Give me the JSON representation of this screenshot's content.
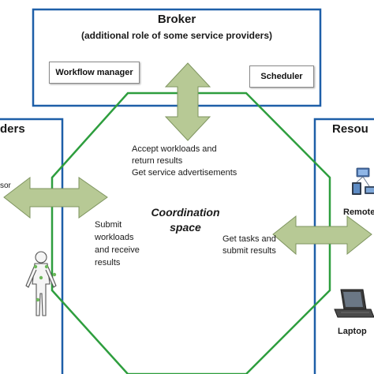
{
  "broker": {
    "title": "Broker",
    "subtitle": "(additional role of some service providers)",
    "workflow_manager": "Workflow manager",
    "scheduler": "Scheduler"
  },
  "providers": {
    "title": "ders",
    "sensor_partial": "sor"
  },
  "resources": {
    "title": "Resou",
    "remote_label": "Remote",
    "laptop_label": "Laptop"
  },
  "coordination": {
    "title_line1": "Coordination",
    "title_line2": "space"
  },
  "annotations": {
    "broker_l1": "Accept workloads and",
    "broker_l2": "return results",
    "broker_l3": "Get service advertisements",
    "left_l1": "Submit",
    "left_l2": "workloads",
    "left_l3": "and receive",
    "left_l4": "results",
    "right_l1": "Get tasks and",
    "right_l2": "submit results"
  },
  "colors": {
    "box_border": "#1e5fa8",
    "octagon": "#2e9e3e",
    "arrow_fill": "#b7c995",
    "arrow_stroke": "#7f9560"
  }
}
